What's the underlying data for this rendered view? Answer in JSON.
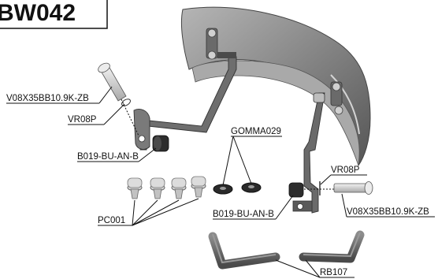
{
  "title": "BW042",
  "colors": {
    "guard_fill": "#8a8a8a",
    "guard_dark": "#5a5a5a",
    "guard_light": "#c4c4c4",
    "bracket": "#6e6e6e",
    "bracket_dark": "#3c3c3c",
    "bolt_light": "#e6e6e6",
    "bolt_mid": "#bdbdbd",
    "rubber": "#2a2a2a"
  },
  "parts": {
    "bolt_left": "V08X35BB10.9K-ZB",
    "washer_left": "VR08P",
    "spacer_left": "B019-BU-AN-B",
    "gomma": "GOMMA029",
    "washer_right": "VR08P",
    "spacer_right": "B019-BU-AN-B",
    "bolt_right": "V08X35BB10.9K-ZB",
    "clips": "PC001",
    "tube": "RB107"
  }
}
